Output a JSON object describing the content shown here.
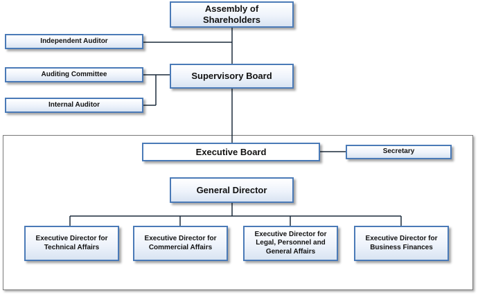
{
  "nodes": {
    "shareholders": "Assembly of\nShareholders",
    "independent_auditor": "Independent Auditor",
    "auditing_committee": "Auditing Committee",
    "internal_auditor": "Internal Auditor",
    "supervisory_board": "Supervisory Board",
    "executive_board": "Executive Board",
    "secretary": "Secretary",
    "general_director": "General Director",
    "exec_technical": "Executive Director for\nTechnical Affairs",
    "exec_commercial": "Executive Director for\nCommercial Affairs",
    "exec_legal": "Executive Director for\nLegal, Personnel and\nGeneral Affairs",
    "exec_finance": "Executive Director for\nBusiness Finances"
  },
  "colors": {
    "box_border": "#4a7ab7",
    "connector": "#1a2a3a"
  }
}
